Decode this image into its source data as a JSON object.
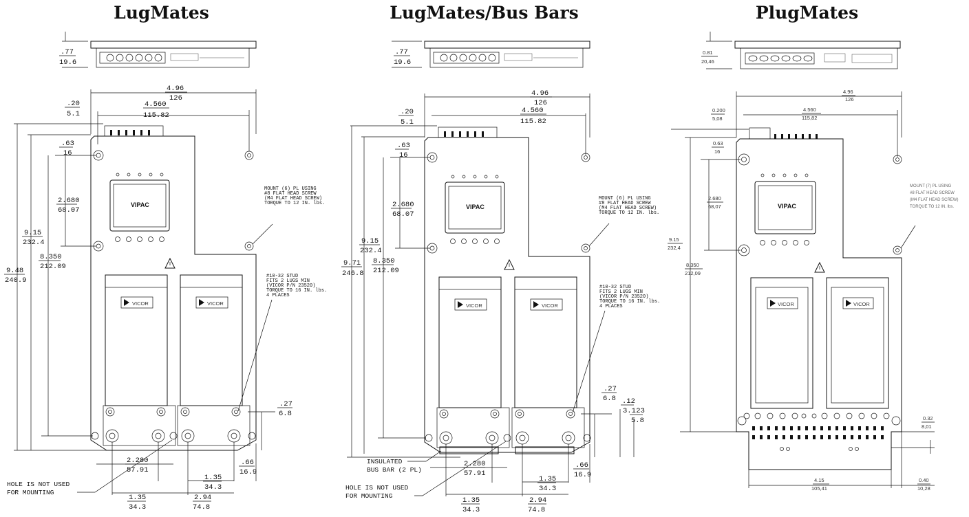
{
  "panels": [
    {
      "title": "LugMates",
      "side_height": {
        "in": ".77",
        "mm": "19.6"
      },
      "width": {
        "in": "4.96",
        "mm": "126"
      },
      "edge_offset": {
        "in": ".20",
        "mm": "5.1"
      },
      "hole_span": {
        "in": "4.560",
        "mm": "115.82"
      },
      "top_hole": {
        "in": ".63",
        "mm": "16"
      },
      "hole_spacing": {
        "in": "2.680",
        "mm": "68.07"
      },
      "mid_height": {
        "in": "9.15",
        "mm": "232.4"
      },
      "overall_height": {
        "in": "9.48",
        "mm": "240.9"
      },
      "hole_height": {
        "in": "8.350",
        "mm": "212.09"
      },
      "mount_note": [
        "MOUNT (6) PL USING",
        "#8 FLAT HEAD SCREW",
        "(M4 FLAT HEAD SCREW)",
        "TORQUE TO 12 IN. lbs."
      ],
      "stud_note": [
        "#10-32 STUD",
        "FITS 2 LUGS MIN",
        "(VICOR P/N 23520)",
        "TORQUE TO 16 IN. lbs.",
        "4 PLACES"
      ],
      "stud_edge": {
        "in": ".27",
        "mm": "6.8"
      },
      "lug_center": {
        "in": "2.280",
        "mm": "57.91"
      },
      "lug_pitch": {
        "in": "1.35",
        "mm": "34.3"
      },
      "lug_offset": {
        "in": ".66",
        "mm": "16.9"
      },
      "lug_span_a": {
        "in": "1.35",
        "mm": "34.3"
      },
      "lug_span_b": {
        "in": "2.94",
        "mm": "74.8"
      },
      "hole_callout": [
        "HOLE IS NOT USED",
        "FOR MOUNTING"
      ]
    },
    {
      "title": "LugMates/Bus Bars",
      "side_height": {
        "in": ".77",
        "mm": "19.6"
      },
      "width": {
        "in": "4.96",
        "mm": "126"
      },
      "edge_offset": {
        "in": ".20",
        "mm": "5.1"
      },
      "hole_span": {
        "in": "4.560",
        "mm": "115.82"
      },
      "top_hole": {
        "in": ".63",
        "mm": "16"
      },
      "hole_spacing": {
        "in": "2.680",
        "mm": "68.07"
      },
      "mid_height": {
        "in": "9.15",
        "mm": "232.4"
      },
      "overall_height": {
        "in": "9.71",
        "mm": "246.8"
      },
      "hole_height": {
        "in": "8.350",
        "mm": "212.09"
      },
      "mount_note": [
        "MOUNT (6) PL USING",
        "#8 FLAT HEAD SCREW",
        "(M4 FLAT HEAD SCREW)",
        "TORQUE TO 12 IN. lbs."
      ],
      "stud_note": [
        "#10-32 STUD",
        "FITS 2 LUGS MIN",
        "(VICOR P/N 23520)",
        "TORQUE TO 16 IN. lbs.",
        "4 PLACES"
      ],
      "stud_edge": {
        "in": ".27",
        "mm": "6.8"
      },
      "bar_gap": {
        "in": ".12",
        "mm": "3.1"
      },
      "bar_thick": {
        "in": ".23",
        "mm": "5.8"
      },
      "bus_callout": [
        "INSULATED",
        "BUS BAR (2 PL)"
      ],
      "lug_center": {
        "in": "2.280",
        "mm": "57.91"
      },
      "lug_pitch": {
        "in": "1.35",
        "mm": "34.3"
      },
      "lug_offset": {
        "in": ".66",
        "mm": "16.9"
      },
      "lug_span_a": {
        "in": "1.35",
        "mm": "34.3"
      },
      "lug_span_b": {
        "in": "2.94",
        "mm": "74.8"
      },
      "hole_callout": [
        "HOLE IS NOT USED",
        "FOR MOUNTING"
      ]
    },
    {
      "title": "PlugMates",
      "side_height": {
        "in": "0.81",
        "mm": "20,46"
      },
      "width": {
        "in": "4.96",
        "mm": "126"
      },
      "edge_offset": {
        "in": "0.200",
        "mm": "5,08"
      },
      "hole_span": {
        "in": "4.560",
        "mm": "115,82"
      },
      "top_hole": {
        "in": "0.63",
        "mm": "16"
      },
      "hole_spacing": {
        "in": "2.680",
        "mm": "68,07"
      },
      "mid_height": {
        "in": "9.15",
        "mm": "232,4"
      },
      "hole_height": {
        "in": "8.350",
        "mm": "212,09"
      },
      "mount_note": [
        "MOUNT (7) PL USING",
        "#8 FLAT HEAD SCREW",
        "(M4 FLAT HEAD SCREW)",
        "TORQUE TO 12 IN. lbs."
      ],
      "pin_edge": {
        "in": "0.32",
        "mm": "8,01"
      },
      "connector_width": {
        "in": "4.15",
        "mm": "105,41"
      },
      "connector_offset": {
        "in": "0.40",
        "mm": "10,28"
      }
    }
  ],
  "labels": {
    "module": "VIPAC",
    "brand": "VICOR"
  },
  "icons": {
    "caution": "caution-triangle-icon",
    "logo": "vicor-logo-icon"
  }
}
